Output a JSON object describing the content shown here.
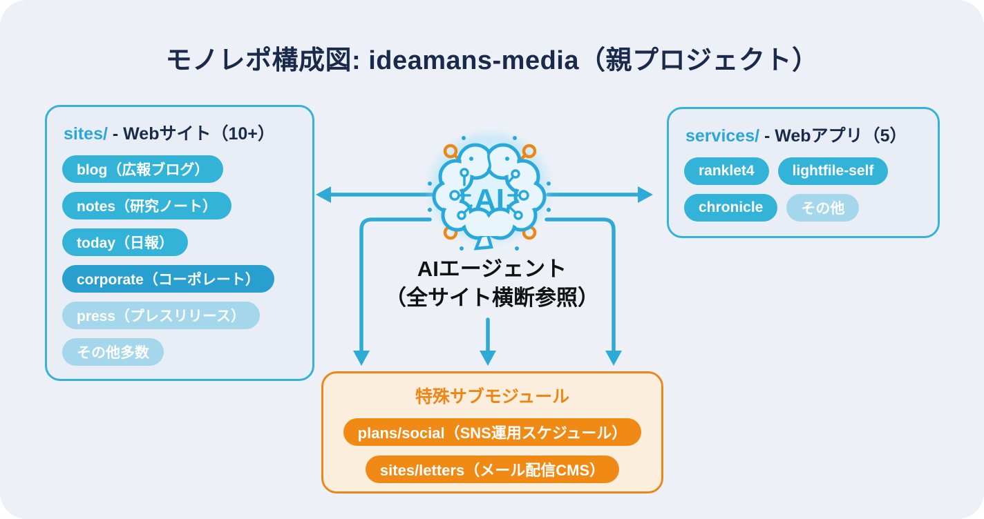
{
  "page": {
    "title": "モノレポ構成図: ideamans-media（親プロジェクト）"
  },
  "sites_box": {
    "dir_label": "sites/",
    "header_rest": " - Webサイト（10+）",
    "pills": [
      {
        "label": "blog（広報ブログ）",
        "variant": "solid"
      },
      {
        "label": "notes（研究ノート）",
        "variant": "solid"
      },
      {
        "label": "today（日報）",
        "variant": "solid"
      },
      {
        "label": "corporate（コーポレート）",
        "variant": "deep"
      },
      {
        "label": "press（プレスリリース）",
        "variant": "light"
      },
      {
        "label": "その他多数",
        "variant": "light"
      }
    ]
  },
  "services_box": {
    "dir_label": "services/",
    "header_rest": " - Webアプリ（5）",
    "pills": [
      {
        "label": "ranklet4",
        "variant": "solid"
      },
      {
        "label": "lightfile-self",
        "variant": "solid"
      },
      {
        "label": "chronicle",
        "variant": "solid"
      },
      {
        "label": "その他",
        "variant": "light"
      }
    ]
  },
  "agent": {
    "icon_label": "AI",
    "title": "AIエージェント",
    "subtitle": "（全サイト横断参照）"
  },
  "submodules_box": {
    "title": "特殊サブモジュール",
    "pills": [
      {
        "label": "plans/social（SNS運用スケジュール）"
      },
      {
        "label": "sites/letters（メール配信CMS）"
      }
    ]
  },
  "colors": {
    "accent_cyan": "#2fa9d6",
    "pill_cyan": "#33b3d8",
    "pill_cyan_deep": "#289fce",
    "pill_cyan_light": "#a4d7ec",
    "accent_orange": "#ec8617",
    "pill_orange": "#f18915",
    "orange_box_bg": "#fbeedd",
    "navy": "#1a2a4a",
    "text_dark": "#111111",
    "canvas_bg": "#edf1f7"
  }
}
